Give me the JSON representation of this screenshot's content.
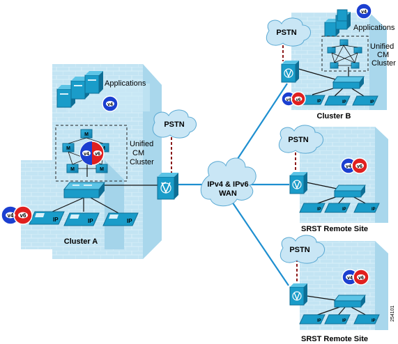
{
  "labels": {
    "applications_a": "Applications",
    "applications_b": "Applications",
    "unified_a": [
      "Unified",
      "CM",
      "Cluster"
    ],
    "unified_b": [
      "Unified",
      "CM",
      "Cluster"
    ],
    "cluster_a": "Cluster A",
    "cluster_b": "Cluster B",
    "pstn_a": "PSTN",
    "pstn_b": "PSTN",
    "pstn_srst1": "PSTN",
    "pstn_srst2": "PSTN",
    "wan_line1": "IPv4 & IPv6",
    "wan_line2": "WAN",
    "srst1": "SRST Remote Site",
    "srst2": "SRST Remote Site",
    "figure_id": "254101"
  },
  "badges": {
    "v4": "v4",
    "v6": "v6",
    "ip": "IP",
    "m": "M"
  },
  "colors": {
    "building": "#bfe2f1",
    "building_dark": "#9dd1e8",
    "device": "#1a9cc9",
    "device_dark": "#0e6e95",
    "link": "#1e8fd0",
    "cloud": "#c9e6f5",
    "v4": "#1b3fd0",
    "v6": "#e0201f"
  },
  "icons": [
    "building-icon",
    "server-icon",
    "phone-icon",
    "switch-icon",
    "router-icon",
    "cloud-icon",
    "dual-stack-icon"
  ]
}
